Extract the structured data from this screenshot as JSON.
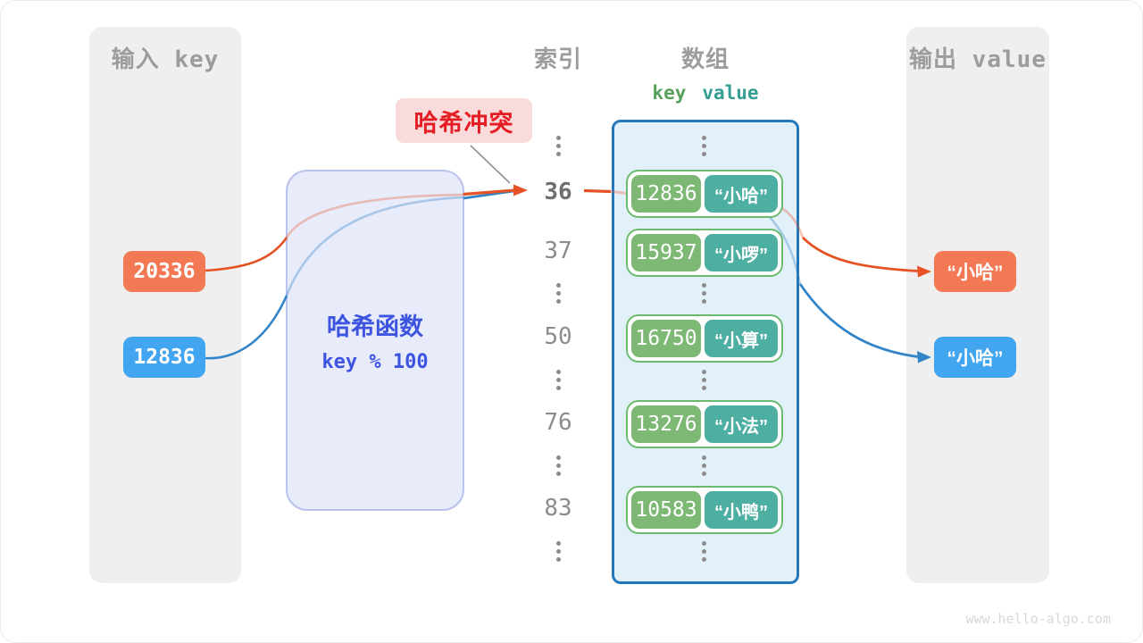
{
  "page": {
    "watermark": "www.hello-algo.com"
  },
  "input_panel": {
    "title": "输入 key",
    "items": [
      {
        "value": "20336",
        "color": "#f37954"
      },
      {
        "value": "12836",
        "color": "#42a5f0"
      }
    ]
  },
  "hash_box": {
    "title": "哈希函数",
    "formula": "key % 100"
  },
  "collision_label": {
    "text": "哈希冲突"
  },
  "index_column": {
    "title": "索引",
    "values": [
      "36",
      "37",
      "50",
      "76",
      "83"
    ],
    "highlighted_value": "36"
  },
  "array_panel": {
    "title": "数组",
    "key_header": "key",
    "value_header": "value",
    "rows": [
      {
        "key": "12836",
        "value": "“小哈”"
      },
      {
        "key": "15937",
        "value": "“小啰”"
      },
      {
        "key": "16750",
        "value": "“小算”"
      },
      {
        "key": "13276",
        "value": "“小法”"
      },
      {
        "key": "10583",
        "value": "“小鸭”"
      }
    ]
  },
  "output_panel": {
    "title": "输出 value",
    "items": [
      {
        "value": "“小哈”",
        "color": "#f37954"
      },
      {
        "value": "“小哈”",
        "color": "#42a5f0"
      }
    ]
  },
  "colors": {
    "orange_chip": "#f37954",
    "blue_chip": "#42a5f0",
    "orange_wire": "#e55324",
    "blue_wire": "#3184c7",
    "key_cell_green": "#7eb875",
    "value_cell_teal": "#4daea2",
    "row_border_green": "#6cbb70",
    "array_bg": "#e2f0fa",
    "array_border": "#2477b8",
    "hash_bg": "#e8ebfa",
    "hash_border": "#bac2ee",
    "hash_text": "#3d54e0",
    "collision_bg": "#f9dbdb",
    "collision_text": "#e31d23",
    "panel_gray": "#efefef",
    "header_gray": "#9c9c9c"
  }
}
